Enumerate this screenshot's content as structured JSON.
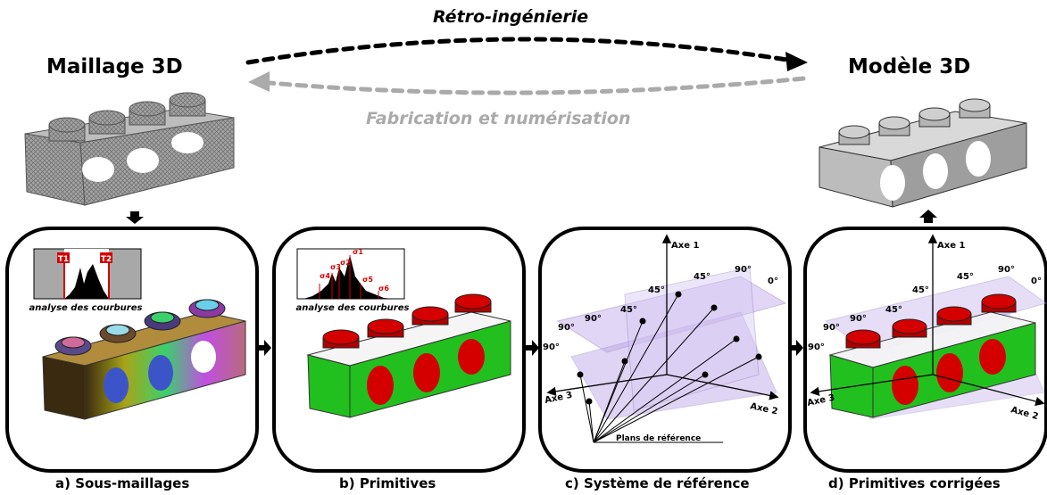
{
  "header": {
    "left_title": "Maillage 3D",
    "right_title": "Modèle 3D",
    "top_arrow_label": "Rétro-ingénierie",
    "bottom_arrow_label": "Fabrication et numérisation"
  },
  "panels": [
    {
      "caption": "a) Sous-maillages",
      "histogram": {
        "label": "analyse des courbures",
        "threshold_labels": [
          "T1",
          "T2"
        ]
      }
    },
    {
      "caption": "b) Primitives",
      "histogram": {
        "label": "analyse des courbures",
        "peak_labels": [
          "σ1",
          "σ2",
          "σ3",
          "σ4",
          "σ5",
          "σ6"
        ]
      }
    },
    {
      "caption": "c) Système de référence",
      "axes": [
        "Axe 1",
        "Axe 2",
        "Axe 3"
      ],
      "angles": [
        "45°",
        "90°",
        "0°",
        "45°",
        "45°",
        "90°",
        "90°",
        "90°"
      ],
      "planes_label": "Plans de référence"
    },
    {
      "caption": "d) Primitives corrigées",
      "axes": [
        "Axe 1",
        "Axe 2",
        "Axe 3"
      ],
      "angles": [
        "45°",
        "90°",
        "0°",
        "45°",
        "45°",
        "90°",
        "90°",
        "90°"
      ]
    }
  ],
  "colors": {
    "reverse_arrow": "#000000",
    "forward_arrow": "#aaaaaa",
    "mesh_gray": "#9a9a9a",
    "model_gray": "#c8c8c8",
    "primitive_red": "#d40000",
    "primitive_green": "#22c01e",
    "reference_purple": "#b9a2e6"
  },
  "icons": [
    "mesh-brick-icon",
    "model-brick-icon"
  ]
}
